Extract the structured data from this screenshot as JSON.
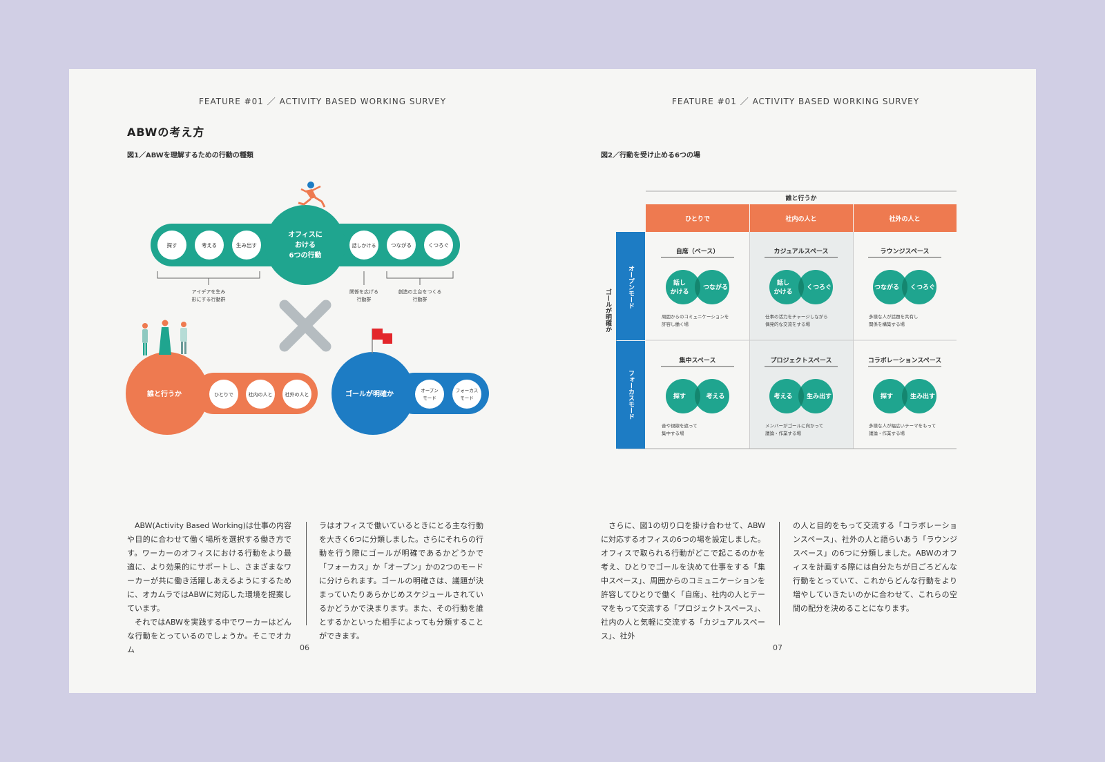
{
  "header": {
    "left": "FEATURE #01 ／ ACTIVITY BASED WORKING SURVEY",
    "right": "FEATURE #01 ／ ACTIVITY BASED WORKING SURVEY"
  },
  "section_title": "ABWの考え方",
  "figure1": {
    "caption": "図1／ABWを理解するための行動の種類",
    "center_lines": [
      "オフィスに",
      "おける",
      "6つの行動"
    ],
    "left_actions": [
      "探す",
      "考える",
      "生み出す"
    ],
    "right_actions": [
      "話しかける",
      "つながる",
      "くつろぐ"
    ],
    "bracket1_lines": [
      "アイデアを生み",
      "形にする行動群"
    ],
    "bracket2_lines": [
      "関係を広げる",
      "行動群"
    ],
    "bracket3_lines": [
      "創造の土台をつくる",
      "行動群"
    ],
    "who_label": "誰と行うか",
    "who_options": [
      "ひとりで",
      "社内の人と",
      "社外の人と"
    ],
    "goal_label": "ゴールが明確か",
    "goal_options": [
      [
        "オープン",
        "モード"
      ],
      [
        "フォーカス",
        "モード"
      ]
    ],
    "colors": {
      "teal": "#1fa58f",
      "orange": "#ee7a50",
      "blue": "#1d7cc4",
      "gray": "#b5bcc0"
    }
  },
  "figure2": {
    "caption": "図2／行動を受け止める6つの場",
    "top_header": "誰と行うか",
    "col_headers": [
      "ひとりで",
      "社内の人と",
      "社外の人と"
    ],
    "side_header": "ゴールが明確か",
    "row_headers": [
      "オープンモード",
      "フォーカスモード"
    ],
    "cells": [
      [
        {
          "title": "自席（ベース）",
          "left": [
            "話し",
            "かける"
          ],
          "right": [
            "つながる"
          ],
          "desc": [
            "周囲からのコミュニケーションを",
            "許容し働く場"
          ]
        },
        {
          "title": "カジュアルスペース",
          "left": [
            "話し",
            "かける"
          ],
          "right": [
            "くつろぐ"
          ],
          "desc": [
            "仕事の活力をチャージしながら",
            "偶発的な交流をする場"
          ]
        },
        {
          "title": "ラウンジスペース",
          "left": [
            "つながる"
          ],
          "right": [
            "くつろぐ"
          ],
          "desc": [
            "多様な人が話題を共有し",
            "関係を構築する場"
          ]
        }
      ],
      [
        {
          "title": "集中スペース",
          "left": [
            "探す"
          ],
          "right": [
            "考える"
          ],
          "desc": [
            "音や視線を遮って",
            "集中する場"
          ]
        },
        {
          "title": "プロジェクトスペース",
          "left": [
            "考える"
          ],
          "right": [
            "生み出す"
          ],
          "desc": [
            "メンバーがゴールに向かって",
            "議論・作業する場"
          ]
        },
        {
          "title": "コラボレーションスペース",
          "left": [
            "探す"
          ],
          "right": [
            "生み出す"
          ],
          "desc": [
            "多様な人が幅広いテーマをもって",
            "議論・作業する場"
          ]
        }
      ]
    ],
    "colors": {
      "header": "#ee7a50",
      "side": "#1d7cc4",
      "circle": "#1fa58f",
      "overlap": "#14866f",
      "shade": "#e9ecec"
    }
  },
  "text_cols": {
    "col1": [
      "ABW(Activity Based Working)は仕事の内容や目的に合わせて働く場所を選択する働き方です。ワーカーのオフィスにおける行動をより最適に、より効果的にサポートし、さまざまなワーカーが共に働き活躍しあえるようにするために、オカムラではABWに対応した環境を提案しています。",
      "それではABWを実践する中でワーカーはどんな行動をとっているのでしょうか。そこでオカム"
    ],
    "col2": "ラはオフィスで働いているときにとる主な行動を大きく6つに分類しました。さらにそれらの行動を行う際にゴールが明確であるかどうかで「フォーカス」か「オープン」かの2つのモードに分けられます。ゴールの明確さは、議題が決まっていたりあらかじめスケジュールされているかどうかで決まります。また、その行動を誰とするかといった相手によっても分類することができます。",
    "col3": "さらに、図1の切り口を掛け合わせて、ABWに対応するオフィスの6つの場を設定しました。オフィスで取られる行動がどこで起こるのかを考え、ひとりでゴールを決めて仕事をする「集中スペース」、周囲からのコミュニケーションを許容してひとりで働く「自席」、社内の人とテーマをもって交流する「プロジェクトスペース」、社内の人と気軽に交流する「カジュアルスペース」、社外",
    "col4": "の人と目的をもって交流する「コラボレーションスペース」、社外の人と語らいあう「ラウンジスペース」の6つに分類しました。ABWのオフィスを計画する際には自分たちが日ごろどんな行動をとっていて、これからどんな行動をより増やしていきたいのかに合わせて、これらの空間の配分を決めることになります。"
  },
  "page_numbers": {
    "left": "06",
    "right": "07"
  }
}
